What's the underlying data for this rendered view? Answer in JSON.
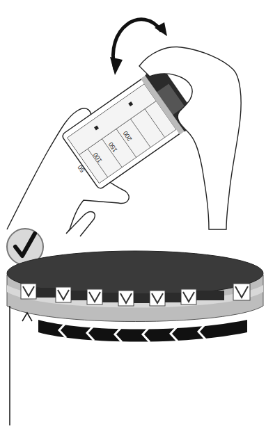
{
  "diagram": {
    "labels": [
      "50",
      "100",
      "150",
      "200"
    ]
  }
}
